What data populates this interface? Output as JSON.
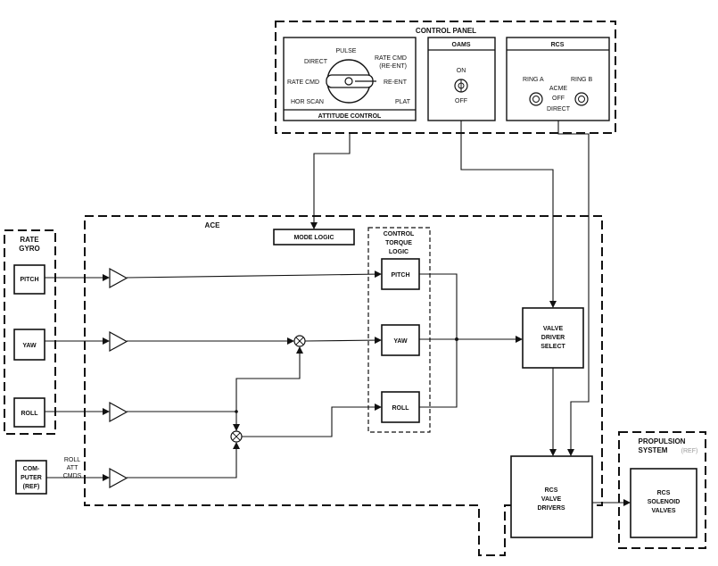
{
  "control_panel": {
    "title": "CONTROL PANEL",
    "attitude": {
      "title": "ATTITUDE CONTROL",
      "pulse": "PULSE",
      "direct": "DIRECT",
      "rate_cmd_reent_1": "RATE CMD",
      "rate_cmd_reent_2": "(RE-ENT)",
      "rate_cmd": "RATE CMD",
      "re_ent": "RE-ENT",
      "hor_scan": "HOR SCAN",
      "plat": "PLAT"
    },
    "oams": {
      "title": "OAMS",
      "on": "ON",
      "off": "OFF"
    },
    "rcs": {
      "title": "RCS",
      "ring_a": "RING A",
      "ring_b": "RING B",
      "acme": "ACME",
      "off": "OFF",
      "direct": "DIRECT"
    }
  },
  "rate_gyro": {
    "title_1": "RATE",
    "title_2": "GYRO",
    "pitch": "PITCH",
    "yaw": "YAW",
    "roll": "ROLL"
  },
  "computer": {
    "line1": "COM-",
    "line2": "PUTER",
    "line3": "(REF)",
    "cmd1": "ROLL",
    "cmd2": "ATT",
    "cmd3": "CMDS"
  },
  "ace": {
    "title": "ACE",
    "mode_logic": "MODE LOGIC"
  },
  "ctl": {
    "title1": "CONTROL",
    "title2": "TORQUE",
    "title3": "LOGIC",
    "pitch": "PITCH",
    "yaw": "YAW",
    "roll": "ROLL"
  },
  "vds": {
    "l1": "VALVE",
    "l2": "DRIVER",
    "l3": "SELECT"
  },
  "rcs_drivers": {
    "l1": "RCS",
    "l2": "VALVE",
    "l3": "DRIVERS"
  },
  "propulsion": {
    "title1": "PROPULSION",
    "title2": "SYSTEM",
    "ref": "(REF)",
    "l1": "RCS",
    "l2": "SOLENOID",
    "l3": "VALVES"
  }
}
